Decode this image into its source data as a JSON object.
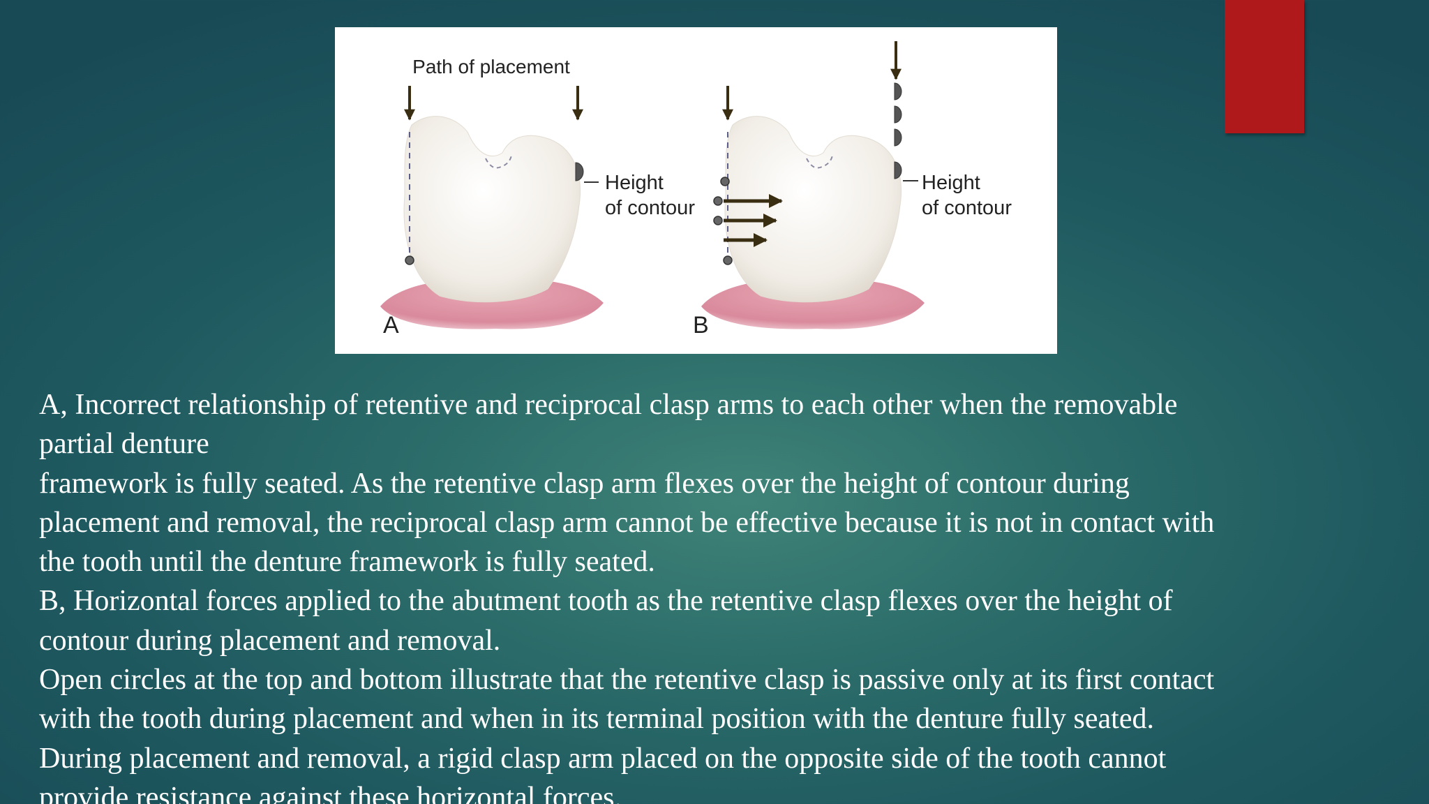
{
  "figure": {
    "path_label": "Path of placement",
    "height_label_a_line1": "Height",
    "height_label_a_line2": "of contour",
    "height_label_b_line1": "Height",
    "height_label_b_line2": "of contour",
    "panel_a": "A",
    "panel_b": "B"
  },
  "caption": {
    "lines": [
      "A, Incorrect relationship of retentive and reciprocal clasp arms to each other when the removable",
      "partial denture",
      "framework is fully seated. As the retentive clasp arm flexes over the height of contour during",
      "placement and removal, the reciprocal clasp arm cannot be effective because it is not in contact with",
      "the tooth until the denture framework is fully seated.",
      "B, Horizontal forces applied to the abutment tooth as the retentive clasp flexes over the height of",
      "contour during placement and removal.",
      "Open circles at the top and bottom illustrate that the retentive clasp is passive only at its first contact",
      "with the tooth during placement and when in its terminal position with the denture fully seated.",
      "During placement and removal, a rigid clasp arm placed on the opposite side of the tooth cannot",
      "provide resistance against these horizontal forces."
    ]
  },
  "colors": {
    "accent_red": "#b0191c",
    "arrow": "#3a2e12",
    "gum": "#d98a9c",
    "tooth": "#f4f1ec"
  }
}
